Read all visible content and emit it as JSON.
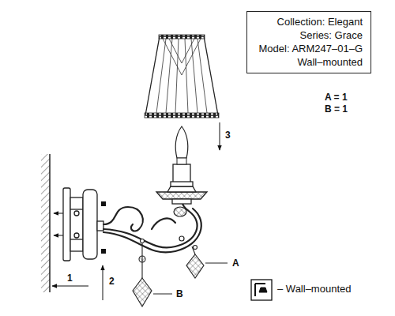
{
  "diagram": {
    "nodes": [
      {
        "text": [
          "Collection: Elegant",
          "Series: Grace",
          "Model: ARM247–01–G",
          "Wall–mounted"
        ]
      }
    ],
    "labels": [
      "A = 1",
      "B = 1",
      "3",
      "1",
      "2",
      "A",
      "B"
    ],
    "legend": [
      {
        "text": "– Wall–mounted"
      }
    ]
  }
}
